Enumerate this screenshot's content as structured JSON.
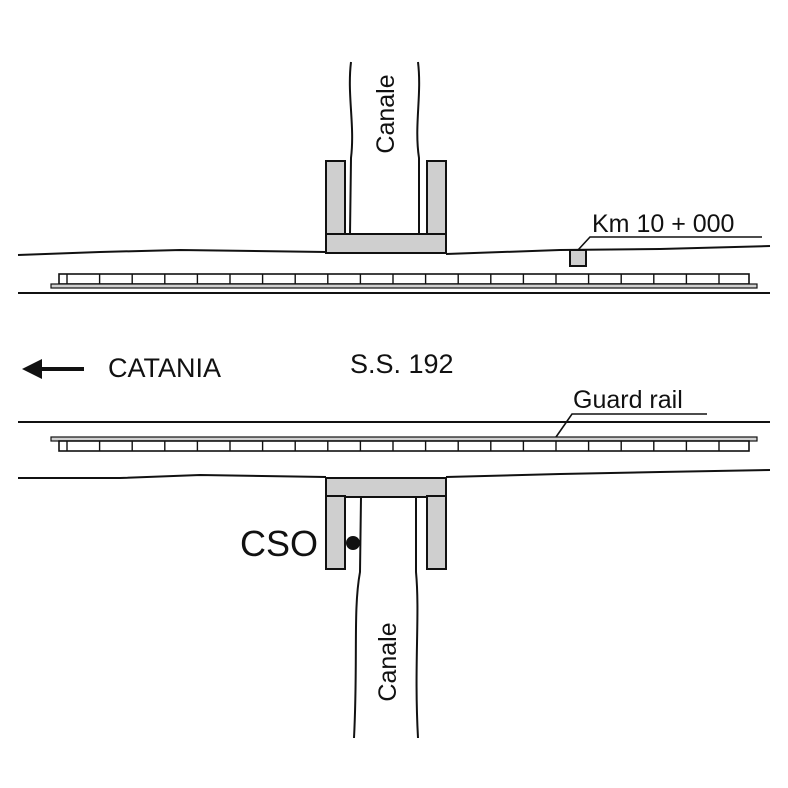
{
  "labels": {
    "canal_top": "Canale",
    "canal_bottom": "Canale",
    "km_marker": "Km 10 + 000",
    "direction": "CATANIA",
    "road": "S.S. 192",
    "guard_rail": "Guard rail",
    "cso": "CSO"
  },
  "icons": {
    "direction_arrow": "arrow-left-icon",
    "cso_point": "filled-circle-icon",
    "km_marker_box": "square-marker-icon"
  },
  "colors": {
    "line": "#111111",
    "structure_fill": "#cfcfcf",
    "rail_fill": "#d0d0d0",
    "background": "#ffffff"
  }
}
